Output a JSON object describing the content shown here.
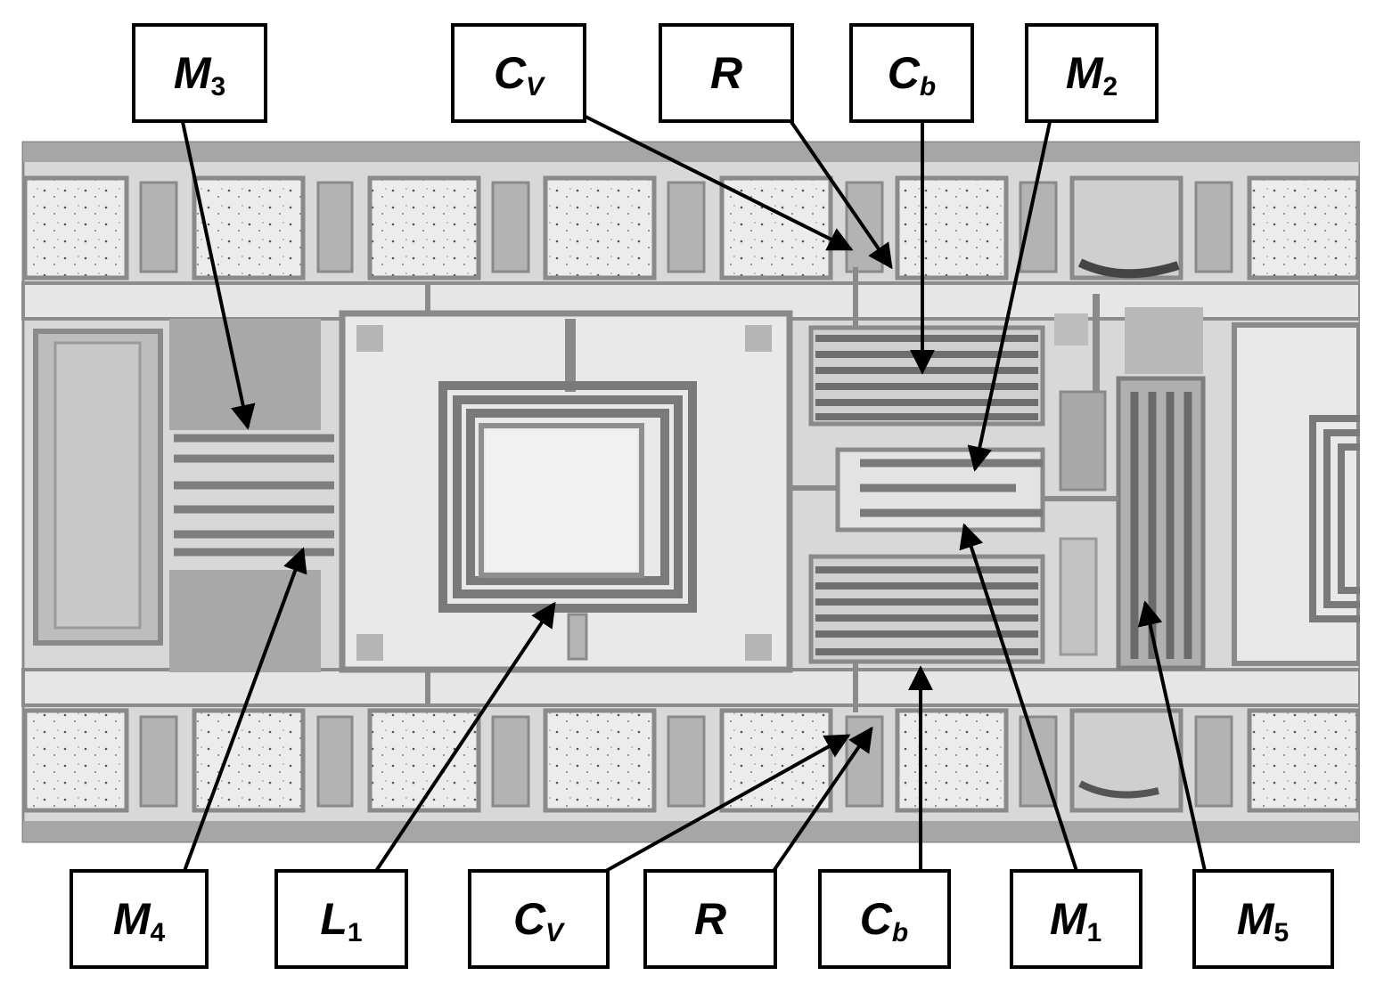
{
  "labels": {
    "top": [
      {
        "id": "m3-top",
        "main": "M",
        "sub": "3"
      },
      {
        "id": "cv-top",
        "main": "C",
        "sub": "V"
      },
      {
        "id": "r-top",
        "main": "R",
        "sub": ""
      },
      {
        "id": "cb-top",
        "main": "C",
        "sub": "b"
      },
      {
        "id": "m2-top",
        "main": "M",
        "sub": "2"
      }
    ],
    "bottom": [
      {
        "id": "m4-bottom",
        "main": "M",
        "sub": "4"
      },
      {
        "id": "l1-bottom",
        "main": "L",
        "sub": "1"
      },
      {
        "id": "cv-bottom",
        "main": "C",
        "sub": "V"
      },
      {
        "id": "r-bottom",
        "main": "R",
        "sub": ""
      },
      {
        "id": "cb-bottom",
        "main": "C",
        "sub": "b"
      },
      {
        "id": "m1-bottom",
        "main": "M",
        "sub": "1"
      },
      {
        "id": "m5-bottom",
        "main": "M",
        "sub": "5"
      }
    ]
  }
}
